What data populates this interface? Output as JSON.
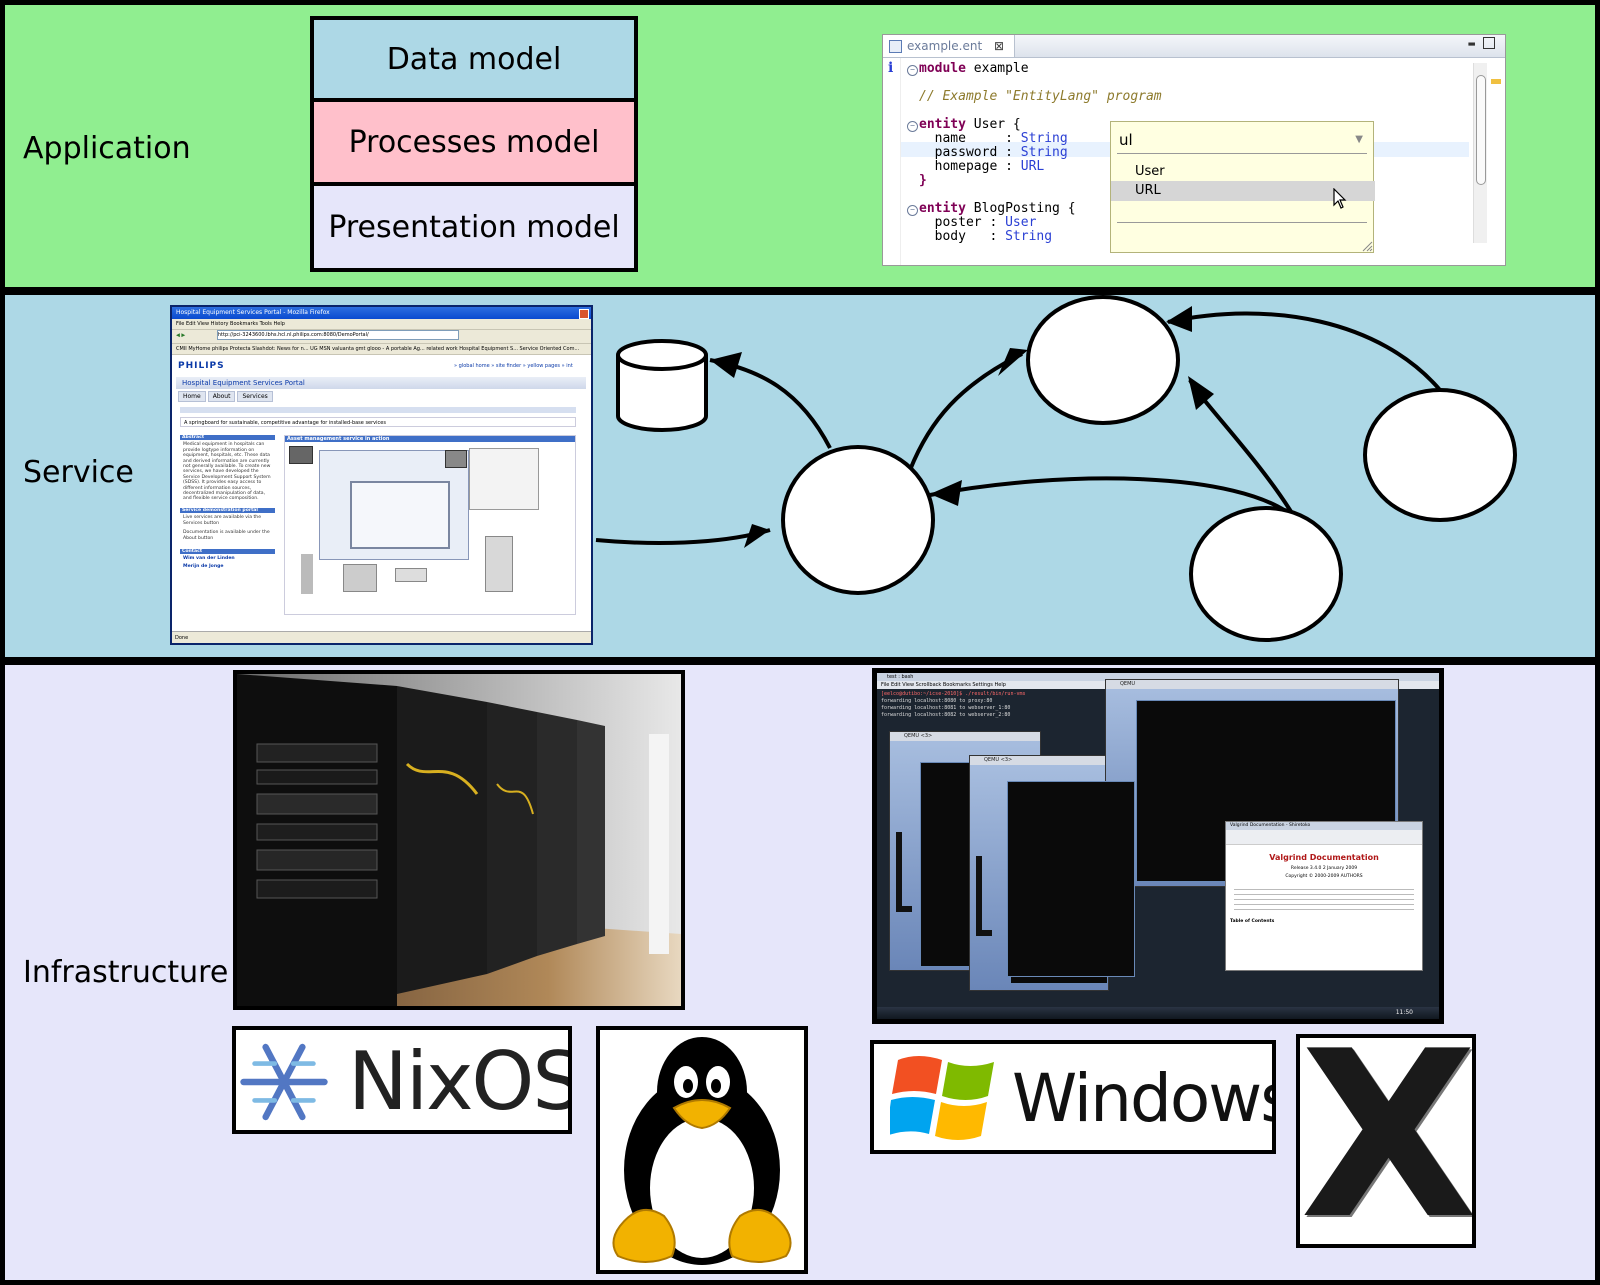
{
  "layers": {
    "application": {
      "label": "Application",
      "bg": "#90ee90"
    },
    "service": {
      "label": "Service",
      "bg": "#add8e6"
    },
    "infrastructure": {
      "label": "Infrastructure",
      "bg": "#e6e6fa"
    }
  },
  "models": [
    {
      "label": "Data model",
      "bg": "#add8e6"
    },
    {
      "label": "Processes model",
      "bg": "#ffc0cb"
    },
    {
      "label": "Presentation model",
      "bg": "#e6e6fa"
    }
  ],
  "editor": {
    "tab_title": "example.ent",
    "code": {
      "l1_kw": "module",
      "l1_rest": " example",
      "l2": "// Example \"EntityLang\" program",
      "l3_kw": "entity",
      "l3_rest": " User {",
      "l4_a": "  name     : ",
      "l4_t": "String",
      "l5_a": "  password : ",
      "l5_t": "String",
      "l6_a": "  homepage : ",
      "l6_t": "URL",
      "l7": "}",
      "l8_kw": "entity",
      "l8_rest": " BlogPosting {",
      "l9_a": "  poster : ",
      "l9_t": "User",
      "l10_a": "  body   : ",
      "l10_t": "String"
    },
    "assist": {
      "input": "ul",
      "options": [
        "User",
        "URL"
      ],
      "selected": "URL"
    }
  },
  "browser": {
    "window_title": "Hospital Equipment Services Portal - Mozilla Firefox",
    "menu": "File   Edit   View   History   Bookmarks   Tools   Help",
    "address": "http://pci-3243600.lbhs.hcl.nl.philips.com:8080/DemoPortal/",
    "bookmarks": "CMII   MyHome   philips   Protecta   Slashdot: News for n...   UG   MSN   valuanta   gmt   glooo - A portable Ag...   related work   Hospital Equipment S...   Service Oriented Com...",
    "brand": "PHILIPS",
    "top_links": "» global home   » site finder   » yellow pages   » int",
    "portal_title": "Hospital Equipment Services Portal",
    "nav": [
      "Home",
      "About",
      "Services"
    ],
    "tagline": "A springboard for sustainable, competitive advantage for installed-base services",
    "abstract_head": "Abstract",
    "abstract_text": "Medical equipment in hospitals can provide logtype information on equipment, hospitals, etc. These data and derived information are currently not generally available. To create new services, we have developed the Service Development Support System (SDSS). It provides easy access to different information sources, decentralized manipulation of data, and flexible service composition.",
    "portal_head": "Service demonstration portal",
    "portal_text": "Live services are available via the Services button",
    "doc_text": "Documentation is available under the About button",
    "contact_head": "Contact",
    "contacts": [
      "Wim van der Linden",
      "Merijn de Jonge"
    ],
    "asset_head": "Asset management service in action",
    "status": "Done"
  },
  "desktop": {
    "term_title": "test : bash",
    "term_menu": "File  Edit  View  Scrollback  Bookmarks  Settings  Help",
    "term_lines": [
      "[eelco@dutibo:~/icse-2010]$ ./result/bin/run-vms",
      "forwarding localhost:8080 to proxy:80",
      "forwarding localhost:8081 to webserver_1:80",
      "forwarding localhost:8082 to webserver_2:80"
    ],
    "qemu_titles": [
      "QEMU <3>",
      "QEMU <3>",
      "QEMU"
    ],
    "valgrind": {
      "window_title": "Valgrind Documentation - Shiretoko",
      "heading": "Valgrind Documentation",
      "release": "Release 3.4.0 2 January 2009",
      "copyright": "Copyright © 2000-2009 AUTHORS",
      "toc": "Table of Contents"
    },
    "clock": "11:50"
  },
  "logos": {
    "nixos": "NixOS",
    "windows": "Windows",
    "mac": "X"
  }
}
